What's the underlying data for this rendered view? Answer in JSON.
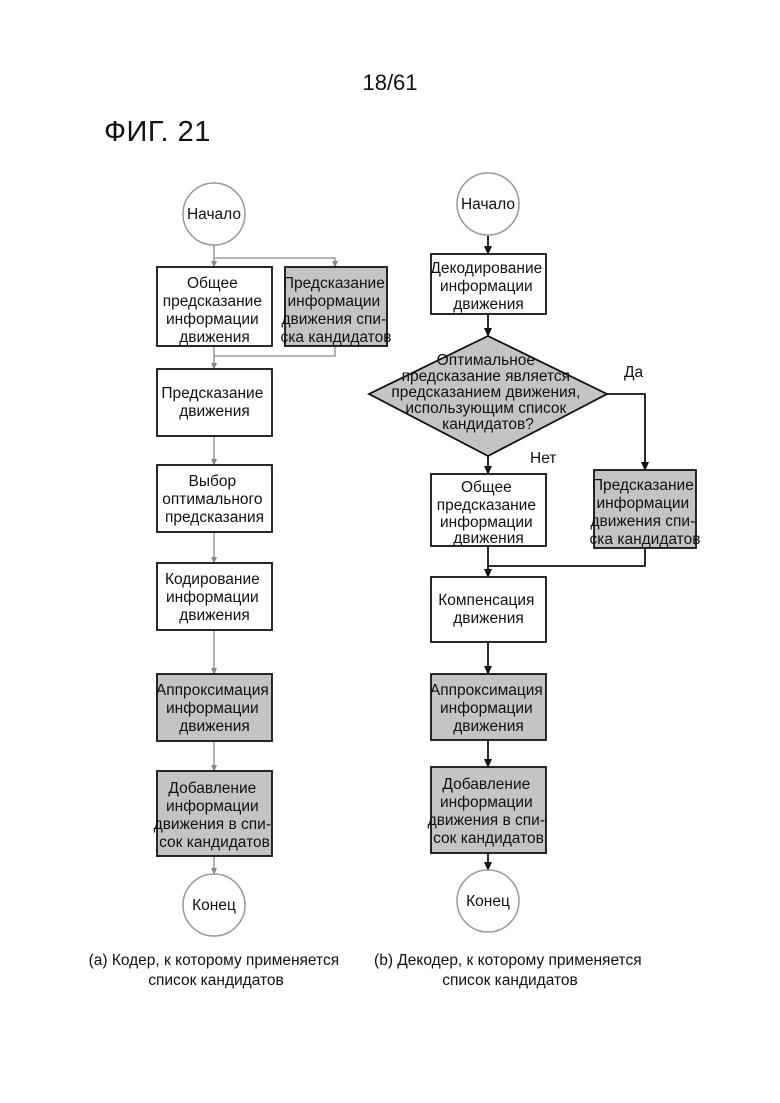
{
  "page_number": "18/61",
  "figure_title": "ФИГ. 21",
  "encoder": {
    "start": "Начало",
    "general_prediction": [
      "Общее",
      "предсказание",
      "информации",
      "движения"
    ],
    "candidate_prediction": [
      "Предсказание",
      "информации",
      "движения спи-",
      "ска кандидатов"
    ],
    "motion_prediction": [
      "Предсказание",
      "движения"
    ],
    "optimal_selection": [
      "Выбор",
      "оптимального",
      "предсказания"
    ],
    "encoding": [
      "Кодирование",
      "информации",
      "движения"
    ],
    "approximation": [
      "Аппроксимация",
      "информации",
      "движения"
    ],
    "add_to_list": [
      "Добавление",
      "информации",
      "движения в спи-",
      "сок кандидатов"
    ],
    "end": "Конец",
    "caption": [
      "(a) Кодер, к которому применяется",
      "список кандидатов"
    ]
  },
  "decoder": {
    "start": "Начало",
    "decoding": [
      "Декодирование",
      "информации",
      "движения"
    ],
    "decision": [
      "Оптимальное",
      "предсказание является",
      "предсказанием движения,",
      "использующим список",
      "кандидатов?"
    ],
    "yes_label": "Да",
    "no_label": "Нет",
    "general_prediction": [
      "Общее",
      "предсказание",
      "информации",
      "движения"
    ],
    "candidate_prediction": [
      "Предсказание",
      "информации",
      "движения спи-",
      "ска кандидатов"
    ],
    "compensation": [
      "Компенсация",
      "движения"
    ],
    "approximation": [
      "Аппроксимация",
      "информации",
      "движения"
    ],
    "add_to_list": [
      "Добавление",
      "информации",
      "движения в спи-",
      "сок кандидатов"
    ],
    "end": "Конец",
    "caption": [
      "(b) Декодер, к которому применяется",
      "список кандидатов"
    ]
  },
  "colors": {
    "shaded_fill": "#c4c4c4",
    "line": "#111111",
    "encoder_line": "#8a8a8a",
    "circle_stroke": "#999999"
  }
}
